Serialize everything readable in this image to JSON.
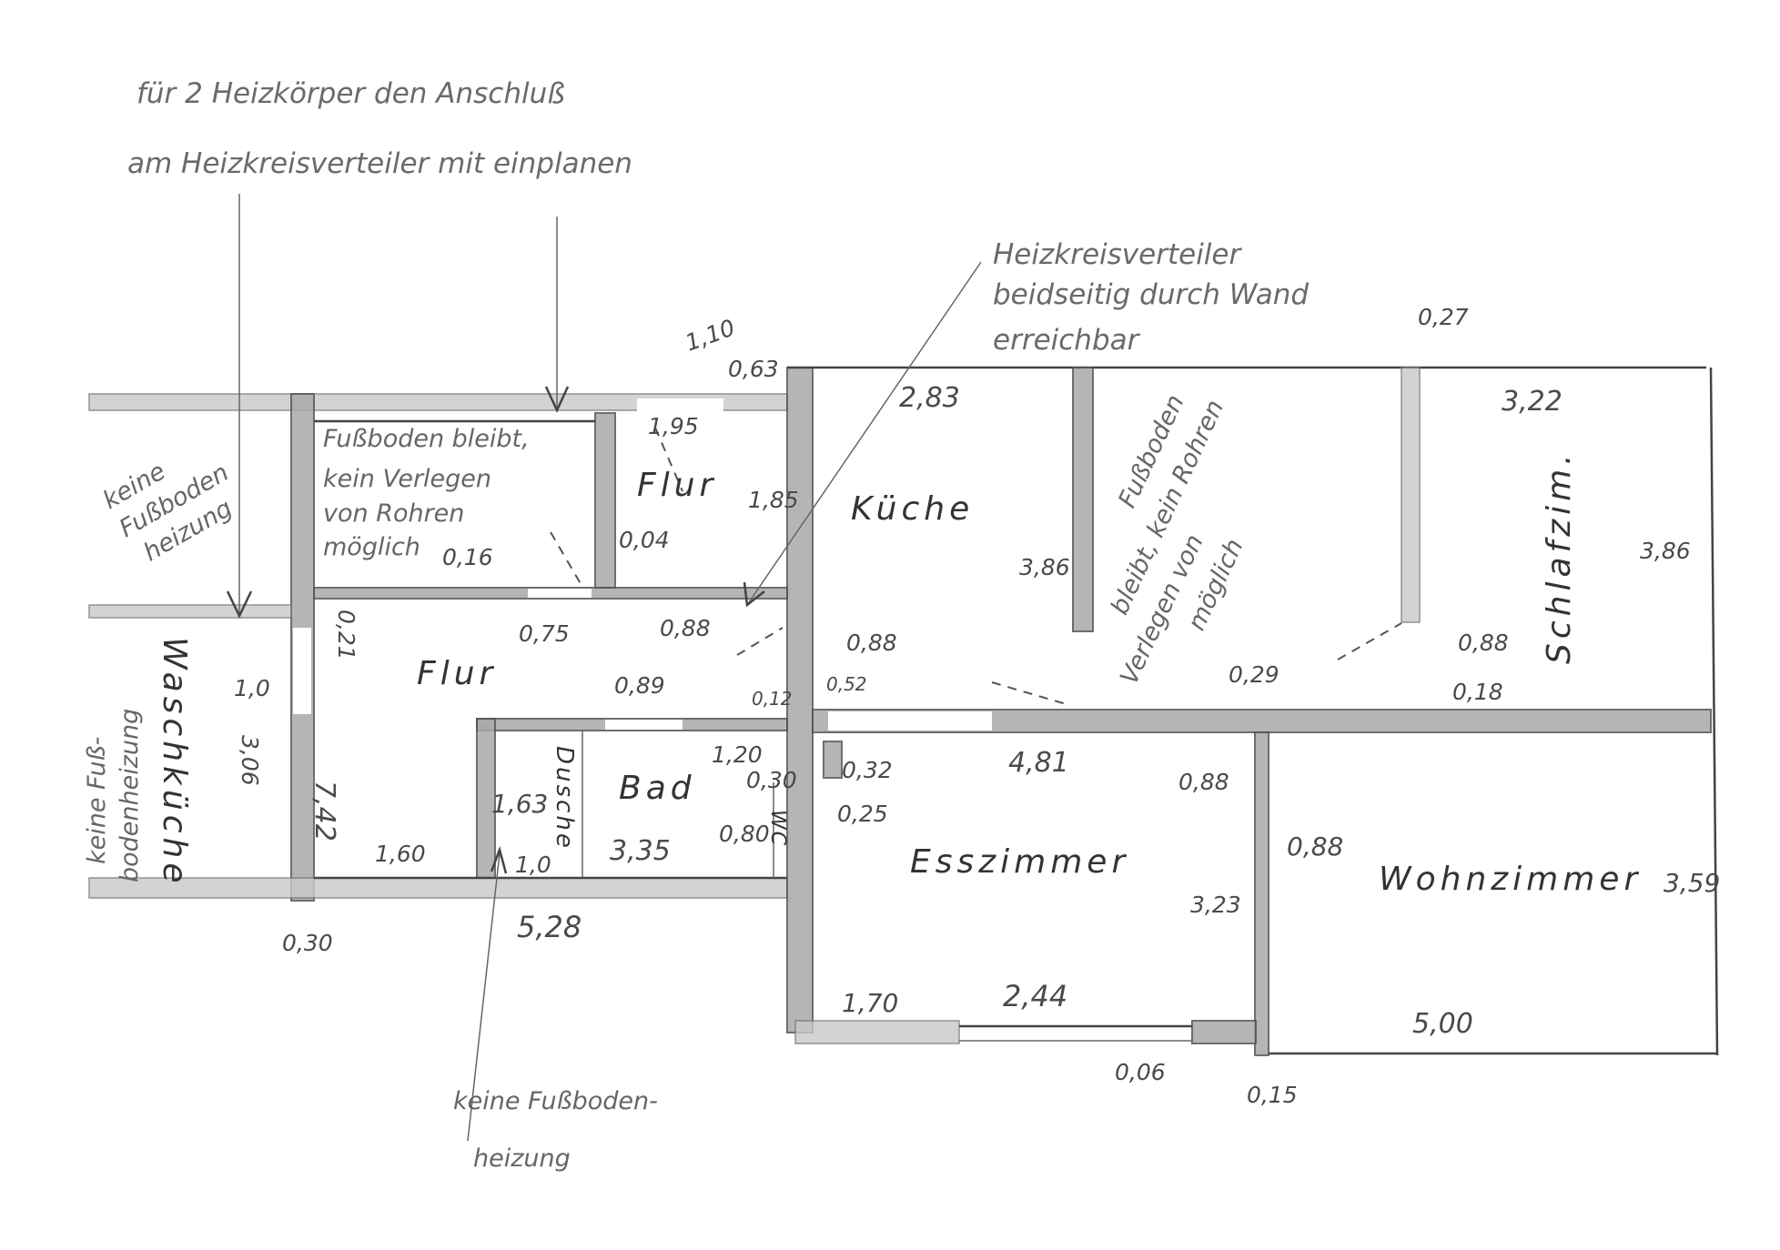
{
  "rooms": [
    "Flur",
    "Flur",
    "Waschküche",
    "Dusche",
    "Bad",
    "WC",
    "Küche",
    "Schlafzim.",
    "Esszimmer",
    "Wohnzimmer"
  ],
  "dimensions": [
    "1,10",
    "0,63",
    "1,95",
    "1,85",
    "0,16",
    "0,04",
    "0,75",
    "0,88",
    "0,21",
    "1,0",
    "3,06",
    "7,42",
    "1,60",
    "0,89",
    "0,12",
    "1,20",
    "0,30",
    "1,63",
    "1,0",
    "3,35",
    "0,80",
    "5,28",
    "0,30",
    "2,83",
    "3,86",
    "0,88",
    "0,52",
    "0,32",
    "0,25",
    "4,81",
    "0,29",
    "0,27",
    "3,22",
    "3,86",
    "0,88",
    "0,18",
    "0,88",
    "0,88",
    "3,23",
    "3,59",
    "1,70",
    "2,44",
    "5,00",
    "0,06",
    "0,15"
  ],
  "notes": {
    "radiator": [
      "für 2 Heizkörper den Anschluß",
      "am Heizkreisverteiler mit einplanen"
    ],
    "distributor": [
      "Heizkreisverteiler",
      "beidseitig durch Wand",
      "erreichbar"
    ],
    "no_heating_top_left": [
      "keine",
      "Fußboden",
      "heizung"
    ],
    "floor_stays_left": [
      "Fußboden bleibt,",
      "kein Verlegen",
      "von Rohren",
      "möglich"
    ],
    "floor_stays_right": [
      "Fußboden",
      "bleibt, kein Rohren",
      "Verlegen von",
      "möglich"
    ],
    "no_heating_laundry": [
      "keine Fuß-",
      "bodenheizung"
    ],
    "no_heating_bottom": [
      "keine Fußboden-",
      "heizung"
    ]
  }
}
